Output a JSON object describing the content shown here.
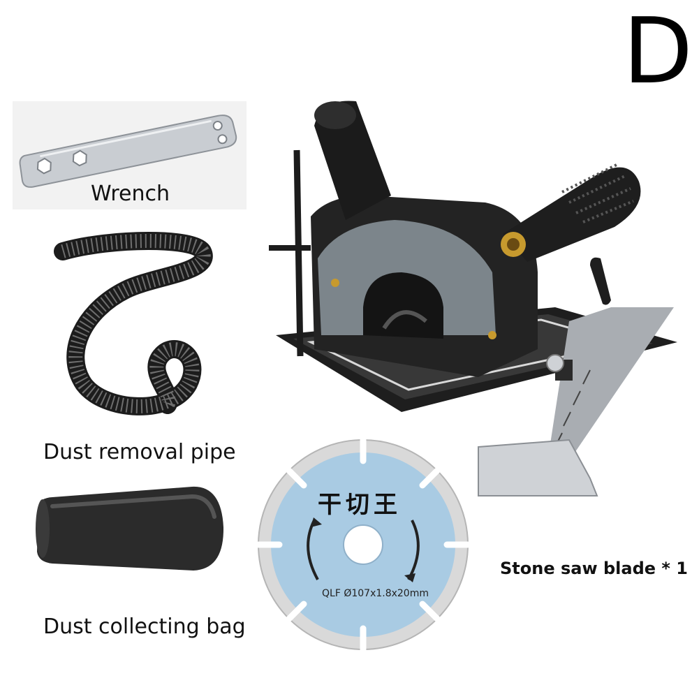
{
  "variant_letter": "D",
  "items": {
    "wrench": {
      "label": "Wrench"
    },
    "pipe": {
      "label": "Dust removal pipe"
    },
    "bag": {
      "label": "Dust collecting bag"
    },
    "blade": {
      "label": "Stone saw blade * 1",
      "brand_text": "干切王",
      "spec_text": "QLF Ø107x1.8x20mm"
    }
  },
  "icons": [
    "wrench-icon",
    "dust-pipe-icon",
    "dust-bag-icon",
    "saw-blade-icon",
    "cutting-stand-icon"
  ],
  "colors": {
    "blade_face": "#a9cbe3",
    "blade_rim": "#d9d9d9",
    "tool_body": "#2a2a2a",
    "brass": "#c79a2e"
  }
}
